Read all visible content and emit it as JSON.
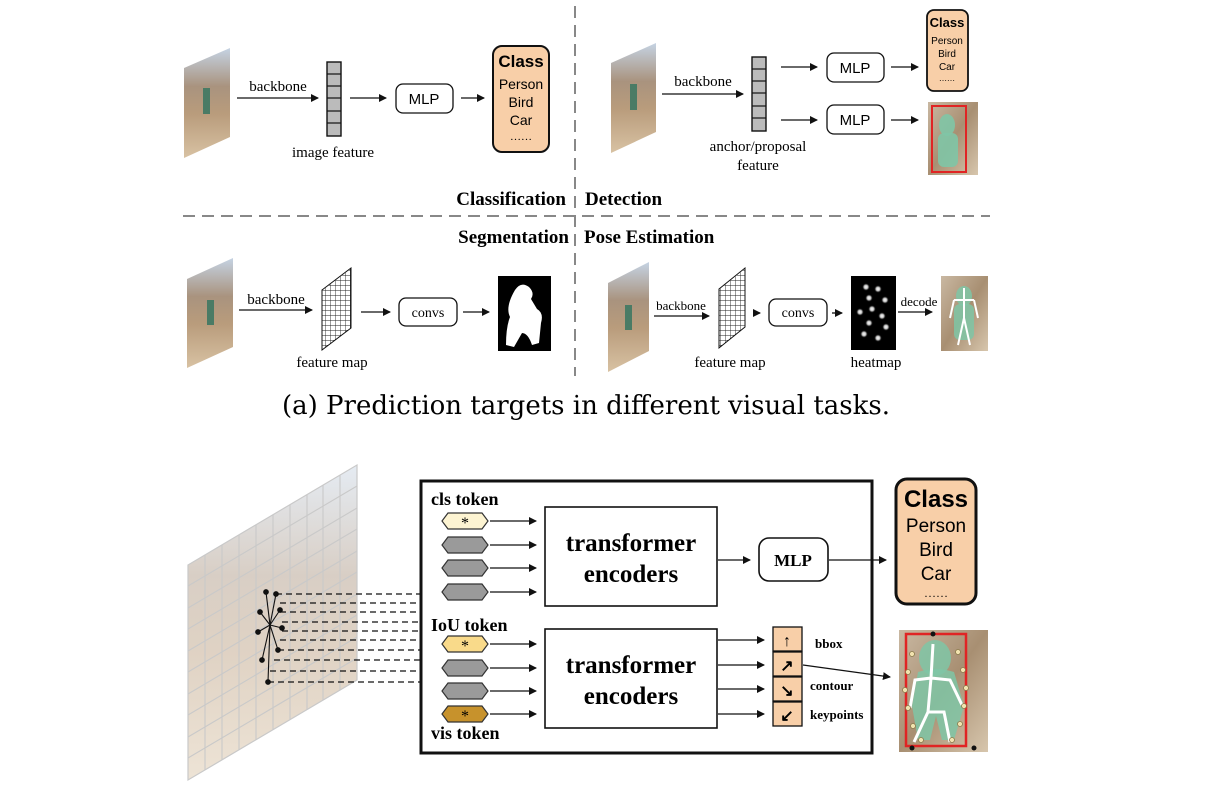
{
  "top": {
    "classification": {
      "title": "Classification",
      "arrow_label": "backbone",
      "feature_label": "image feature",
      "head_label": "MLP",
      "class_box": {
        "title": "Class",
        "items": [
          "Person",
          "Bird",
          "Car"
        ],
        "ellipsis": "……"
      }
    },
    "detection": {
      "title": "Detection",
      "arrow_label": "backbone",
      "feature_label_line1": "anchor/proposal",
      "feature_label_line2": "feature",
      "head_label_1": "MLP",
      "head_label_2": "MLP",
      "class_box": {
        "title": "Class",
        "items": [
          "Person",
          "Bird",
          "Car"
        ],
        "ellipsis": "……"
      }
    },
    "segmentation": {
      "title": "Segmentation",
      "arrow_label": "backbone",
      "feature_label": "feature map",
      "head_label": "convs"
    },
    "pose": {
      "title": "Pose Estimation",
      "arrow_label": "backbone",
      "feature_label": "feature map",
      "head_label": "convs",
      "heatmap_label": "heatmap",
      "decode_label": "decode"
    },
    "caption": "(a) Prediction targets in different visual tasks."
  },
  "bottom": {
    "cls_token_label": "cls token",
    "iou_token_label": "IoU token",
    "vis_token_label": "vis token",
    "token_star": "*",
    "encoder1_line1": "transformer",
    "encoder1_line2": "encoders",
    "encoder2_line1": "transformer",
    "encoder2_line2": "encoders",
    "mlp_label": "MLP",
    "class_box": {
      "title": "Class",
      "items": [
        "Person",
        "Bird",
        "Car"
      ],
      "ellipsis": "……"
    },
    "output_labels": {
      "bbox": "bbox",
      "contour": "contour",
      "keypoints": "keypoints"
    },
    "output_arrows": [
      "↑",
      "↗",
      "↘",
      "↙"
    ]
  },
  "colors": {
    "class_fill": "#f8cfa8",
    "cls_token": "#fdf4d2",
    "iou_token": "#f9da8a",
    "vis_token": "#c7922c",
    "grey_token": "#9a9a9a",
    "out_cell": "#f8cfa8",
    "bbox_red": "#e02424",
    "divider": "#888888"
  }
}
